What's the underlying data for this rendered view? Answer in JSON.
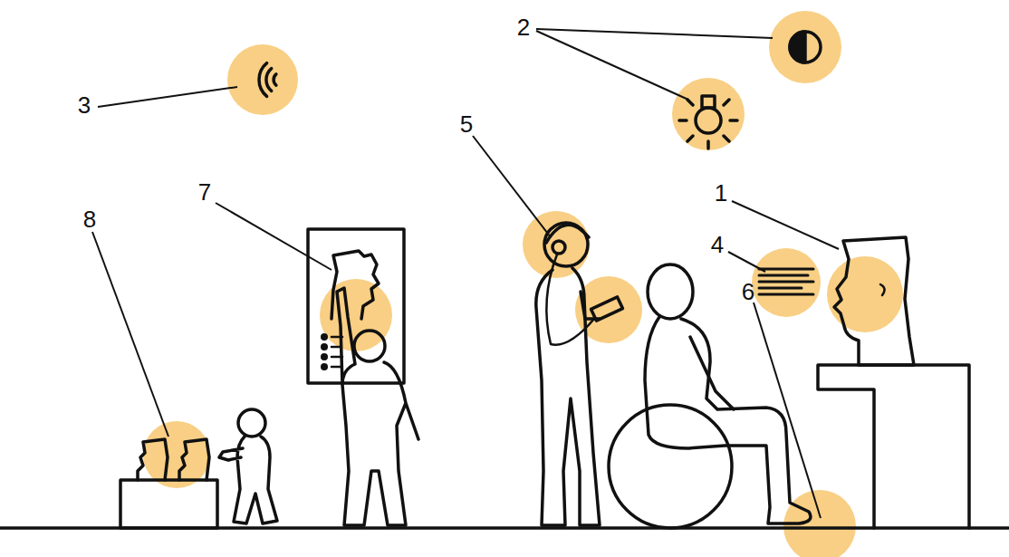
{
  "diagram": {
    "labels": [
      "2",
      "3",
      "5",
      "7",
      "1",
      "8",
      "4",
      "6"
    ]
  }
}
